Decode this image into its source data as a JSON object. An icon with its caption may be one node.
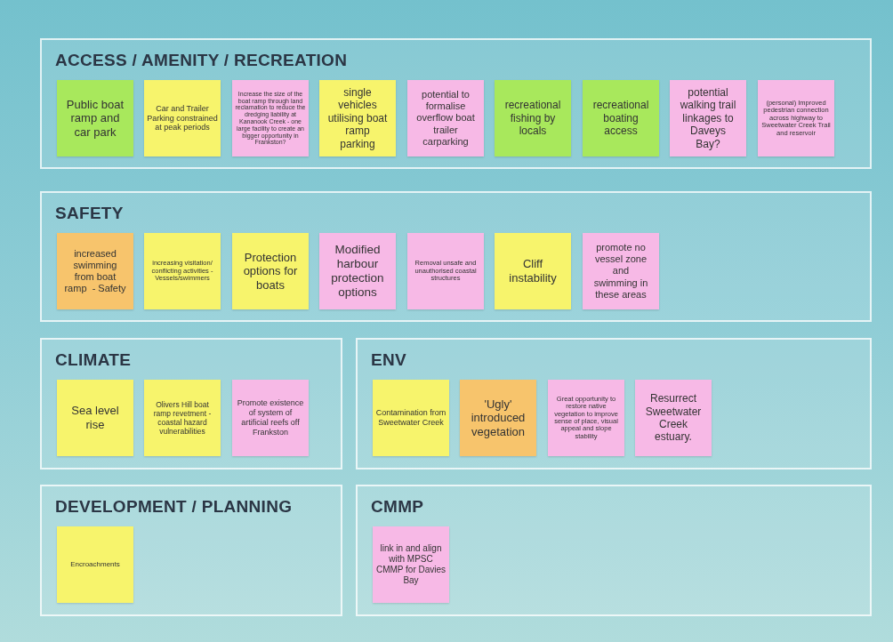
{
  "diagram": {
    "nodes": [
      {
        "text": [
          "ACCESS / AMENITY / RECREATION"
        ]
      },
      {
        "text": [
          "Public boat ramp and car park"
        ],
        "in": 0
      },
      {
        "text": [
          "Car and Trailer Parking constrained at peak periods"
        ],
        "in": 0
      },
      {
        "text": [
          "Increase the size of the boat ramp through land reclamation to reduce the dredging liability at Kananook Creek - one large facility to create an bigger opportunity in Frankston?"
        ],
        "in": 0
      },
      {
        "text": [
          "single vehicles utilising boat ramp parking"
        ],
        "in": 0
      },
      {
        "text": [
          "potential to formalise overflow boat trailer carparking"
        ],
        "in": 0
      },
      {
        "text": [
          "recreational fishing by locals"
        ],
        "in": 0
      },
      {
        "text": [
          "recreational boating access"
        ],
        "in": 0
      },
      {
        "text": [
          "potential walking trail linkages to Daveys Bay?"
        ],
        "in": 0
      },
      {
        "text": [
          "(personal) Improved pedestrian connection across highway to Sweetwater Creek Trail and reservoir"
        ],
        "in": 0
      },
      {
        "text": [
          "SAFETY"
        ]
      },
      {
        "text": [
          "increased swimming from boat ramp  - Safety"
        ],
        "in": 10
      },
      {
        "text": [
          "increasing visitation/ conflicting activities - Vessels/swimmers"
        ],
        "in": 10
      },
      {
        "text": [
          "Protection options for boats"
        ],
        "in": 10
      },
      {
        "text": [
          "Modified harbour protection options"
        ],
        "in": 10
      },
      {
        "text": [
          "Removal unsafe and unauthorised coastal structures"
        ],
        "in": 10
      },
      {
        "text": [
          "Cliff instability"
        ],
        "in": 10
      },
      {
        "text": [
          "promote no vessel zone and swimming in these areas"
        ],
        "in": 10
      },
      {
        "text": [
          "CLIMATE"
        ]
      },
      {
        "text": [
          "Sea level rise"
        ],
        "in": 18
      },
      {
        "text": [
          "Olivers Hill boat ramp revetment - coastal hazard vulnerabilities"
        ],
        "in": 18
      },
      {
        "text": [
          "Promote existence of system of artificial reefs off Frankston"
        ],
        "in": 18
      },
      {
        "text": [
          "ENV"
        ]
      },
      {
        "text": [
          "Contamination from Sweetwater Creek"
        ],
        "in": 22
      },
      {
        "text": [
          "'Ugly' introduced vegetation"
        ],
        "in": 22
      },
      {
        "text": [
          "Great opportunity to restore native vegetation to improve sense of place, visual appeal and slope stability"
        ],
        "in": 22
      },
      {
        "text": [
          "Resurrect Sweetwater Creek estuary."
        ],
        "in": 22
      },
      {
        "text": [
          "DEVELOPMENT / PLANNING"
        ]
      },
      {
        "text": [
          "Encroachments"
        ],
        "in": 27
      },
      {
        "text": [
          "CMMP"
        ]
      },
      {
        "text": [
          "link in and align with MPSC CMMP for Davies Bay"
        ],
        "in": 29
      }
    ]
  }
}
